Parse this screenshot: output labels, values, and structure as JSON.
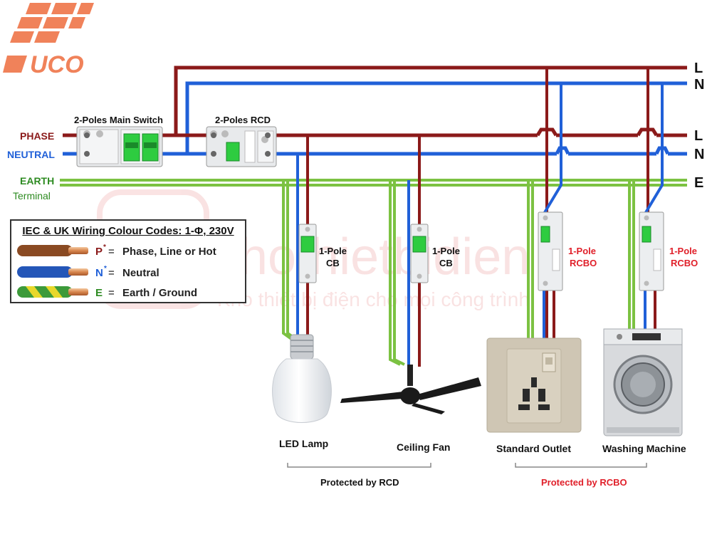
{
  "logo": {
    "text": "UCO",
    "color": "#f0825a"
  },
  "colors": {
    "phase": "#8b1a1a",
    "neutral": "#2060d8",
    "earth": "#7cc242",
    "earth_dark": "#3a9a2a",
    "rcbo_red": "#e0202a",
    "earth_text": "#2e8b22"
  },
  "bus_labels": {
    "top_l": "L",
    "top_n": "N",
    "mid_l": "L",
    "mid_n": "N",
    "earth": "E"
  },
  "inputs": {
    "phase": "PHASE",
    "neutral": "NEUTRAL",
    "earth": "EARTH",
    "terminal": "Terminal"
  },
  "devices": {
    "main_switch": "2-Poles Main Switch",
    "rcd": "2-Poles RCD",
    "cb1": [
      "1-Pole",
      "CB"
    ],
    "cb2": [
      "1-Pole",
      "CB"
    ],
    "rcbo1": [
      "1-Pole",
      "RCBO"
    ],
    "rcbo2": [
      "1-Pole",
      "RCBO"
    ]
  },
  "loads": {
    "lamp": "LED Lamp",
    "fan": "Ceiling Fan",
    "outlet": "Standard Outlet",
    "washer": "Washing Machine"
  },
  "groups": {
    "rcd": "Protected by RCD",
    "rcbo": "Protected by RCBO"
  },
  "legend": {
    "title": "IEC & UK Wiring Colour Codes: 1-Φ, 230V",
    "rows": [
      {
        "code": "P",
        "sup": "*",
        "eq": "=",
        "text": "Phase, Line or Hot"
      },
      {
        "code": "N",
        "sup": "*",
        "eq": "=",
        "text": "Neutral"
      },
      {
        "code": "E",
        "sup": "",
        "eq": "=",
        "text": "Earth / Ground"
      }
    ]
  },
  "watermark": {
    "line1": "khothietbidien",
    "line2": "Kho thiết bị điện cho mọi công trình"
  }
}
